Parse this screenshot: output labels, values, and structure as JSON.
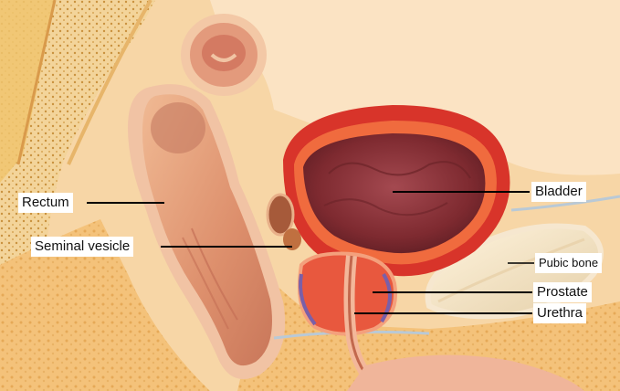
{
  "labels": {
    "rectum": "Rectum",
    "seminal_vesicle": "Seminal vesicle",
    "bladder": "Bladder",
    "pubic_bone": "Pubic bone",
    "prostate": "Prostate",
    "urethra": "Urethra"
  },
  "colors": {
    "background_tissue": "#f5c98a",
    "rectum": "#e8a07a",
    "bladder_wall": "#d8342a",
    "bladder_interior": "#8c2f35",
    "prostate": "#e8583e",
    "pubic_bone": "#f3e2c3",
    "leader_line": "#000000"
  }
}
